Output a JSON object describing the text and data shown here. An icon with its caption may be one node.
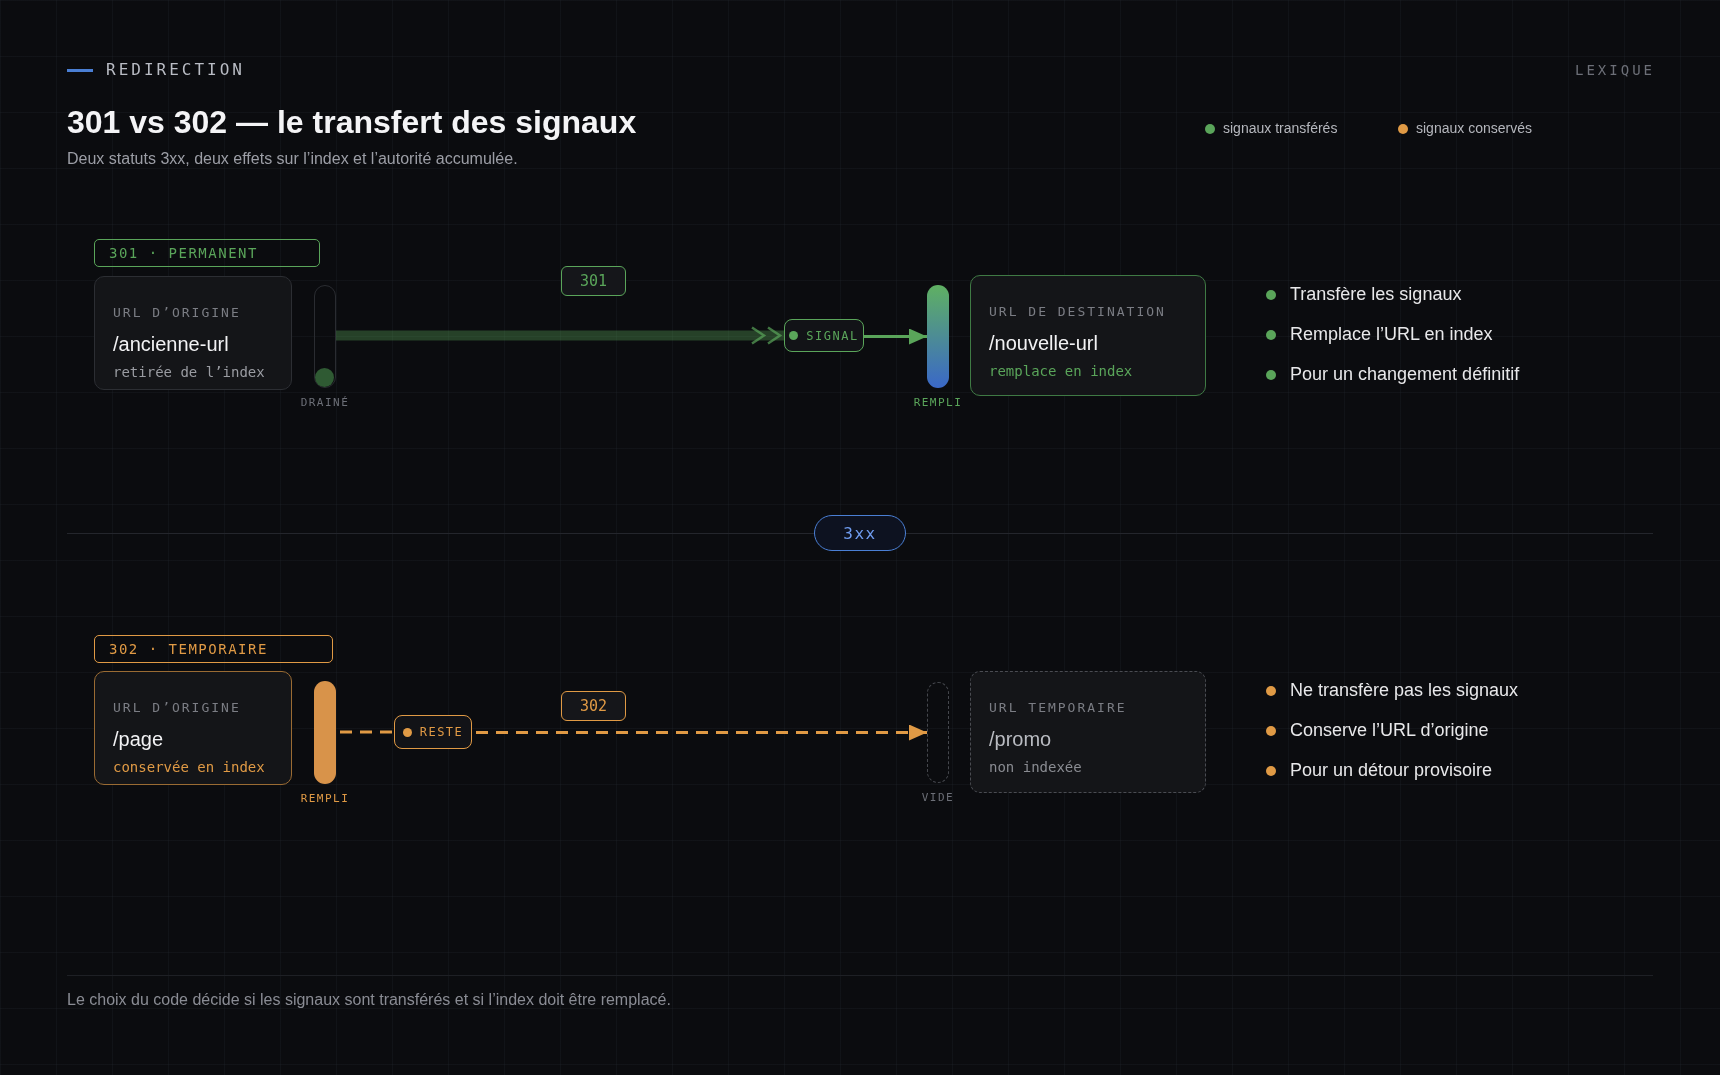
{
  "diagram": {
    "title": "301 vs 302 — le transfert des signaux",
    "caption": "Le choix du code décide si les signaux sont transférés et si l’index doit être remplacé.",
    "nodes": [
      {
        "text": [
          "301 · PERMANENT"
        ]
      },
      {
        "text": [
          "URL D’ORIGINE",
          "/ancienne-url",
          "retirée de l’index"
        ]
      },
      {
        "text": [],
        "shape": "bar",
        "beside": [
          "DRAINÉ"
        ]
      },
      {
        "text": [
          "SIGNAL"
        ]
      },
      {
        "text": [],
        "shape": "bar",
        "beside": [
          "REMPLI"
        ]
      },
      {
        "text": [
          "URL DE DESTINATION",
          "/nouvelle-url",
          "remplace en index"
        ]
      },
      {
        "text": [
          "3xx"
        ]
      },
      {
        "text": [
          "302 · TEMPORAIRE"
        ]
      },
      {
        "text": [
          "URL D’ORIGINE",
          "/page",
          "conservée en index"
        ]
      },
      {
        "text": [],
        "shape": "bar",
        "beside": [
          "REMPLI"
        ]
      },
      {
        "text": [
          "RESTE"
        ]
      },
      {
        "text": [],
        "shape": "bar",
        "beside": [
          "VIDE"
        ]
      },
      {
        "text": [
          "URL TEMPORAIRE",
          "/promo",
          "non indexée"
        ]
      }
    ],
    "edges": [
      {
        "from": 2,
        "to": 3,
        "arrow": "to",
        "label": "301",
        "style": "thick",
        "color": "#5aa55a"
      },
      {
        "from": 3,
        "to": 4,
        "arrow": "to",
        "color": "#5aa55a"
      },
      {
        "from": 9,
        "to": 10,
        "arrow": "none",
        "style": "dashed",
        "color": "#e09a45"
      },
      {
        "from": 10,
        "to": 11,
        "arrow": "to",
        "label": "302",
        "style": "dashed",
        "color": "#e09a45"
      }
    ],
    "labels": [
      "REDIRECTION",
      "LEXIQUE",
      "Deux statuts 3xx, deux effets sur l’index et l’autorité accumulée.",
      "Transfère les signaux",
      "Remplace l’URL en index",
      "Pour un changement définitif",
      "Ne transfère pas les signaux",
      "Conserve l’URL d’origine",
      "Pour un détour provisoire"
    ],
    "legend": [
      {
        "text": "signaux transférés",
        "color": "#5aa55a"
      },
      {
        "text": "signaux conservés",
        "color": "#e09a45"
      }
    ]
  }
}
